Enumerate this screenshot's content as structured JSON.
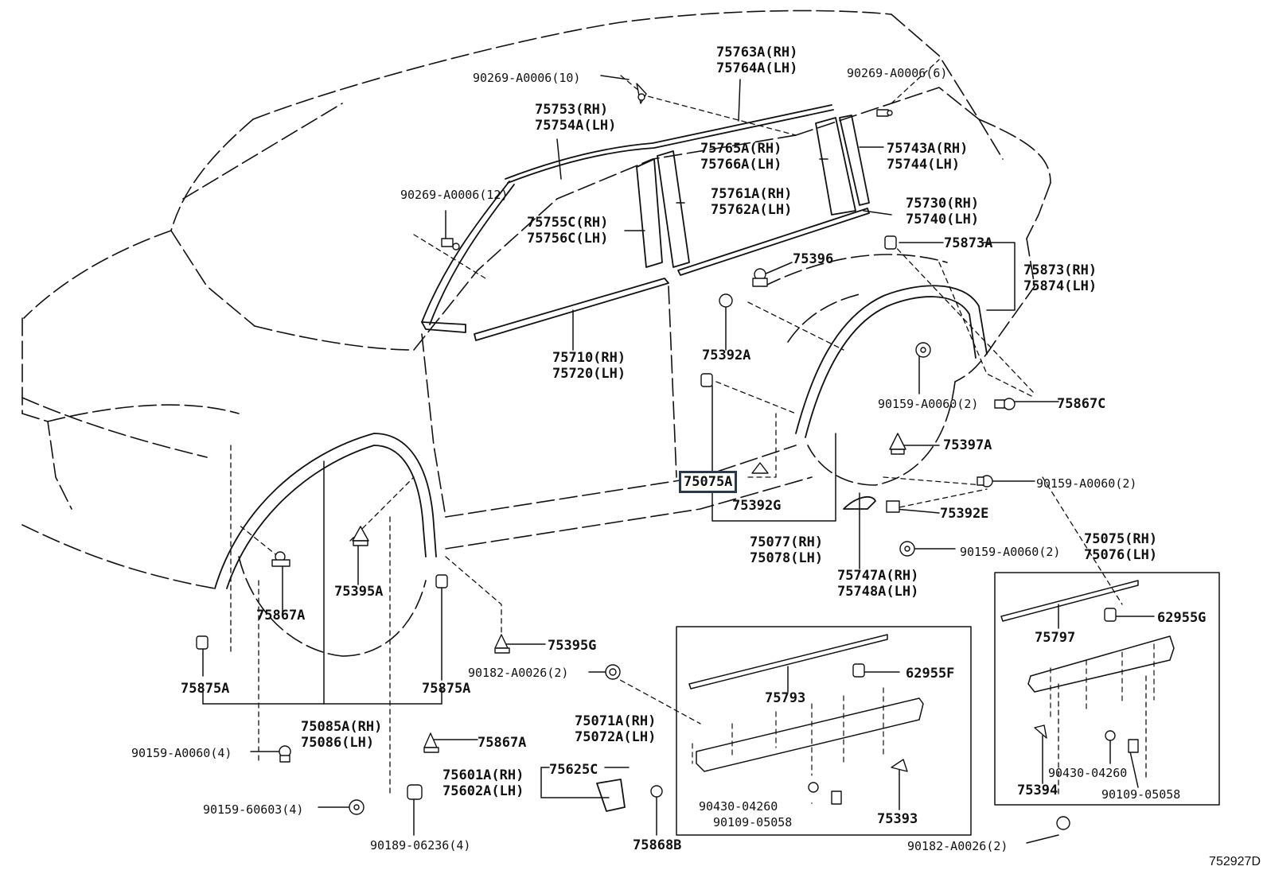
{
  "diagram_id": "752927D",
  "highlighted_part": "75075A",
  "callouts": {
    "c1": {
      "lines": [
        "90269-A0006(10)"
      ],
      "size": "sm"
    },
    "c2": {
      "lines": [
        "75763A(RH)",
        "75764A(LH)"
      ]
    },
    "c3": {
      "lines": [
        "90269-A0006(6)"
      ],
      "size": "sm"
    },
    "c4": {
      "lines": [
        "75753(RH)",
        "75754A(LH)"
      ]
    },
    "c5": {
      "lines": [
        "75765A(RH)",
        "75766A(LH)"
      ]
    },
    "c6": {
      "lines": [
        "75743A(RH)",
        "75744(LH)"
      ]
    },
    "c7": {
      "lines": [
        "90269-A0006(12)"
      ],
      "size": "sm"
    },
    "c8": {
      "lines": [
        "75761A(RH)",
        "75762A(LH)"
      ]
    },
    "c9": {
      "lines": [
        "75730(RH)",
        "75740(LH)"
      ]
    },
    "c10": {
      "lines": [
        "75755C(RH)",
        "75756C(LH)"
      ]
    },
    "c11": {
      "lines": [
        "75873A"
      ]
    },
    "c12": {
      "lines": [
        "75396"
      ]
    },
    "c13": {
      "lines": [
        "75873(RH)",
        "75874(LH)"
      ]
    },
    "c14": {
      "lines": [
        "75710(RH)",
        "75720(LH)"
      ]
    },
    "c15": {
      "lines": [
        "75392A"
      ]
    },
    "c16": {
      "lines": [
        "90159-A0060(2)"
      ],
      "size": "sm"
    },
    "c17": {
      "lines": [
        "75867C"
      ]
    },
    "c18": {
      "lines": [
        "75397A"
      ]
    },
    "c19": {
      "lines": [
        "75075A"
      ],
      "highlight": true
    },
    "c20": {
      "lines": [
        "90159-A0060(2)"
      ],
      "size": "sm"
    },
    "c21": {
      "lines": [
        "75392G"
      ]
    },
    "c22": {
      "lines": [
        "75392E"
      ]
    },
    "c23": {
      "lines": [
        "75077(RH)",
        "75078(LH)"
      ]
    },
    "c24": {
      "lines": [
        "90159-A0060(2)"
      ],
      "size": "sm"
    },
    "c25": {
      "lines": [
        "75075(RH)",
        "75076(LH)"
      ]
    },
    "c26": {
      "lines": [
        "75395A"
      ]
    },
    "c27": {
      "lines": [
        "75747A(RH)",
        "75748A(LH)"
      ]
    },
    "c28": {
      "lines": [
        "75867A"
      ]
    },
    "c29": {
      "lines": [
        "62955G"
      ]
    },
    "c30": {
      "lines": [
        "75395G"
      ]
    },
    "c31": {
      "lines": [
        "75797"
      ]
    },
    "c32": {
      "lines": [
        "90182-A0026(2)"
      ],
      "size": "sm"
    },
    "c33": {
      "lines": [
        "62955F"
      ]
    },
    "c34": {
      "lines": [
        "75875A"
      ]
    },
    "c35": {
      "lines": [
        "75875A"
      ]
    },
    "c36": {
      "lines": [
        "75793"
      ]
    },
    "c37": {
      "lines": [
        "75085A(RH)",
        "75086(LH)"
      ]
    },
    "c38": {
      "lines": [
        "75071A(RH)",
        "75072A(LH)"
      ]
    },
    "c39": {
      "lines": [
        "90159-A0060(4)"
      ],
      "size": "sm"
    },
    "c40": {
      "lines": [
        "75867A"
      ]
    },
    "c41": {
      "lines": [
        "75625C"
      ]
    },
    "c42": {
      "lines": [
        "75601A(RH)",
        "75602A(LH)"
      ]
    },
    "c43": {
      "lines": [
        "90430-04260"
      ],
      "size": "sm"
    },
    "c44": {
      "lines": [
        "90109-05058"
      ],
      "size": "sm"
    },
    "c45": {
      "lines": [
        "75393"
      ]
    },
    "c46": {
      "lines": [
        "90159-60603(4)"
      ],
      "size": "sm"
    },
    "c47": {
      "lines": [
        "90430-04260"
      ],
      "size": "sm"
    },
    "c48": {
      "lines": [
        "75394"
      ]
    },
    "c49": {
      "lines": [
        "90109-05058"
      ],
      "size": "sm"
    },
    "c50": {
      "lines": [
        "90189-06236(4)"
      ],
      "size": "sm"
    },
    "c51": {
      "lines": [
        "75868B"
      ]
    },
    "c52": {
      "lines": [
        "90182-A0026(2)"
      ],
      "size": "sm"
    }
  }
}
